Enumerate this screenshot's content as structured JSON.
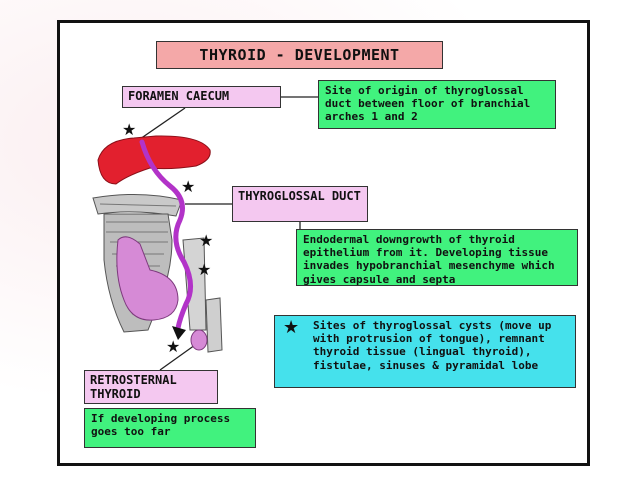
{
  "title": "THYROID - DEVELOPMENT",
  "labels": {
    "foramen_caecum": "FORAMEN CAECUM",
    "thyroglossal_duct": "THYROGLOSSAL DUCT",
    "retrosternal_thyroid": "RETROSTERNAL THYROID"
  },
  "notes": {
    "foramen_origin": "Site of origin of thyroglossal duct between floor of branchial arches 1 and 2",
    "duct_growth": "Endodermal downgrowth of thyroid epithelium from it. Developing tissue invades hypobranchial mesenchyme which gives capsule and septa",
    "cysts": "Sites of thyroglossal cysts (move up with protrusion of tongue), remnant thyroid tissue (lingual thyroid), fistulae, sinuses & pyramidal lobe",
    "developing_far": "If developing process goes too far"
  },
  "legend_symbol": "★",
  "colors": {
    "title_bg": "#f4a8a8",
    "label_bg": "#f4c8f0",
    "green": "#41f27e",
    "cyan": "#45e1ec",
    "tongue": "#e2202e",
    "duct": "#b233c8",
    "thyroid": "#d68ad6"
  }
}
